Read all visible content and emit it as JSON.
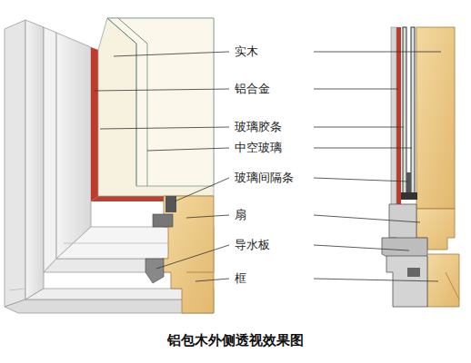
{
  "diagram": {
    "caption": "铝包木外侧透视效果图",
    "labels": [
      "实木",
      "铝合金",
      "玻璃胶条",
      "中空玻璃",
      "玻璃间隔条",
      "扇",
      "导水板",
      "框"
    ]
  }
}
